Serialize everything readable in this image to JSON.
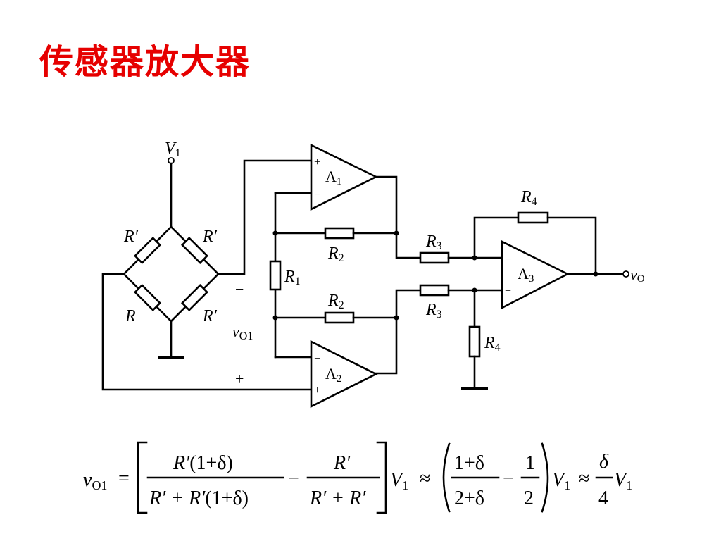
{
  "title": "传感器放大器",
  "circuit": {
    "supply_label": "V",
    "supply_sub": "1",
    "bridge": {
      "upper_left": "R′",
      "upper_right": "R′",
      "lower_left": "R",
      "lower_right": "R′"
    },
    "resistors": {
      "r1": "R",
      "r1_sub": "1",
      "r2_top": "R",
      "r2_top_sub": "2",
      "r2_bottom": "R",
      "r2_bottom_sub": "2",
      "r3_top": "R",
      "r3_top_sub": "3",
      "r3_bottom": "R",
      "r3_bottom_sub": "3",
      "r4_top": "R",
      "r4_top_sub": "4",
      "r4_bottom": "R",
      "r4_bottom_sub": "4"
    },
    "amps": {
      "a1": "A",
      "a1_sub": "1",
      "a2": "A",
      "a2_sub": "2",
      "a3": "A",
      "a3_sub": "3"
    },
    "vo1_label": "v",
    "vo1_sub": "O1",
    "vo1_minus": "−",
    "vo1_plus": "+",
    "output_label": "v",
    "output_sub": "O",
    "plus_sign": "+",
    "minus_sign": "−"
  },
  "formula": {
    "lhs": "v",
    "lhs_sub": "O1",
    "equals": "=",
    "frac1_num_a": "R′",
    "frac1_num_b": "(1+δ)",
    "frac1_den_a": "R′ + R′",
    "frac1_den_b": "(1+δ)",
    "minus": "−",
    "frac2_num": "R′",
    "frac2_den": "R′ + R′",
    "v1": "V",
    "v1_sub": "1",
    "approx": "≈",
    "frac3_num": "1+δ",
    "frac3_den": "2+δ",
    "frac4_num": "1",
    "frac4_den": "2",
    "delta": "δ",
    "four": "4"
  }
}
